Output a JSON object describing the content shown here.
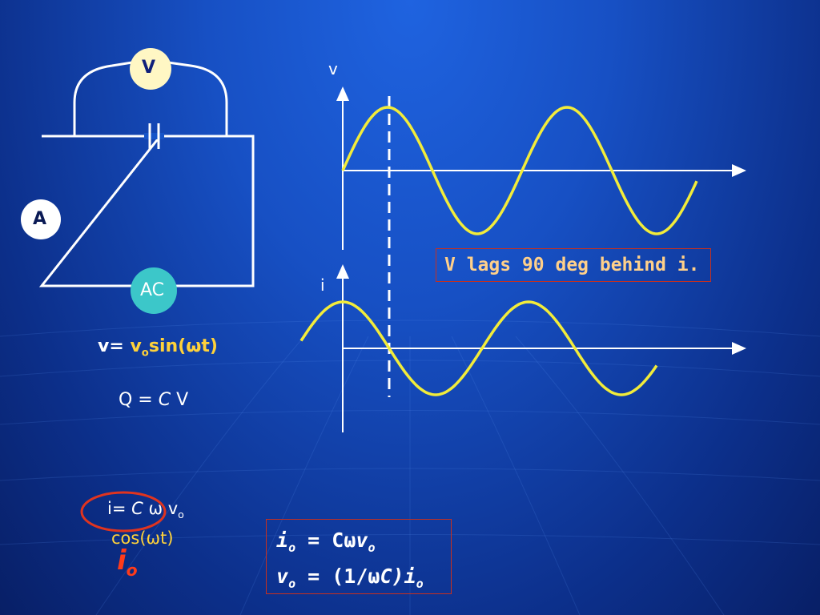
{
  "circuit": {
    "voltmeter_label": "V",
    "ammeter_label": "A",
    "source_label": "AC"
  },
  "formulas": {
    "v_prefix": "v=",
    "v_sym": "v",
    "v_sub": "o",
    "v_suffix": "sin(ωt)",
    "q_prefix": "Q = ",
    "q_c": "C",
    "q_suffix": " V",
    "i_prefix": "i=  ",
    "i_c": "C",
    "i_omega": " ω v",
    "i_sub": "o",
    "i_cos": "cos(ωt)",
    "io_main": "i",
    "io_sub": "o"
  },
  "graphs": {
    "v_axis_label": "v",
    "i_axis_label": "i"
  },
  "note": "V lags 90 deg behind i.",
  "equations": {
    "line1_i": "i",
    "line1_isub": "o",
    "line1_mid": " = C",
    "line1_omega": "ω",
    "line1_v": "v",
    "line1_vsub": "o",
    "line2_v": "v",
    "line2_vsub": "o",
    "line2_mid": " = (1/",
    "line2_omega": "ω",
    "line2_c": "C)",
    "line2_i": "i",
    "line2_isub": "o"
  },
  "colors": {
    "wave": "#f2ec3a",
    "voltmeter_fill": "#fff7c4",
    "source_fill": "#3cc7c9",
    "highlight_circle": "#e0341f"
  }
}
